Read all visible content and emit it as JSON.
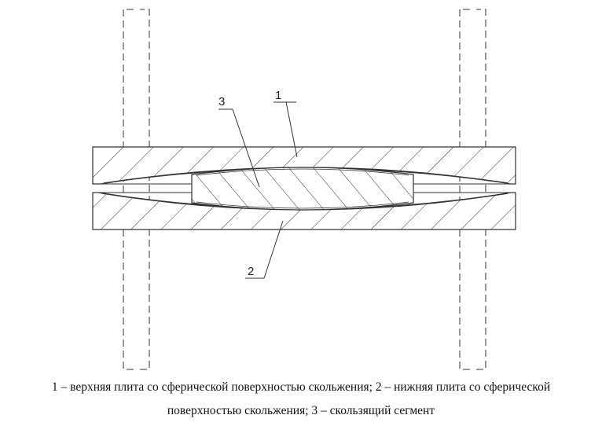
{
  "labels": {
    "upper_plate": "1",
    "lower_plate": "2",
    "segment": "3"
  },
  "caption": {
    "line1": "1 – верхняя плита со сферической поверхностью скольжения; 2 – нижняя плита со сферической",
    "line2": "поверхностью скольжения; 3 – скользящий сегмент"
  },
  "colors": {
    "line": "#333333",
    "background": "#ffffff"
  }
}
